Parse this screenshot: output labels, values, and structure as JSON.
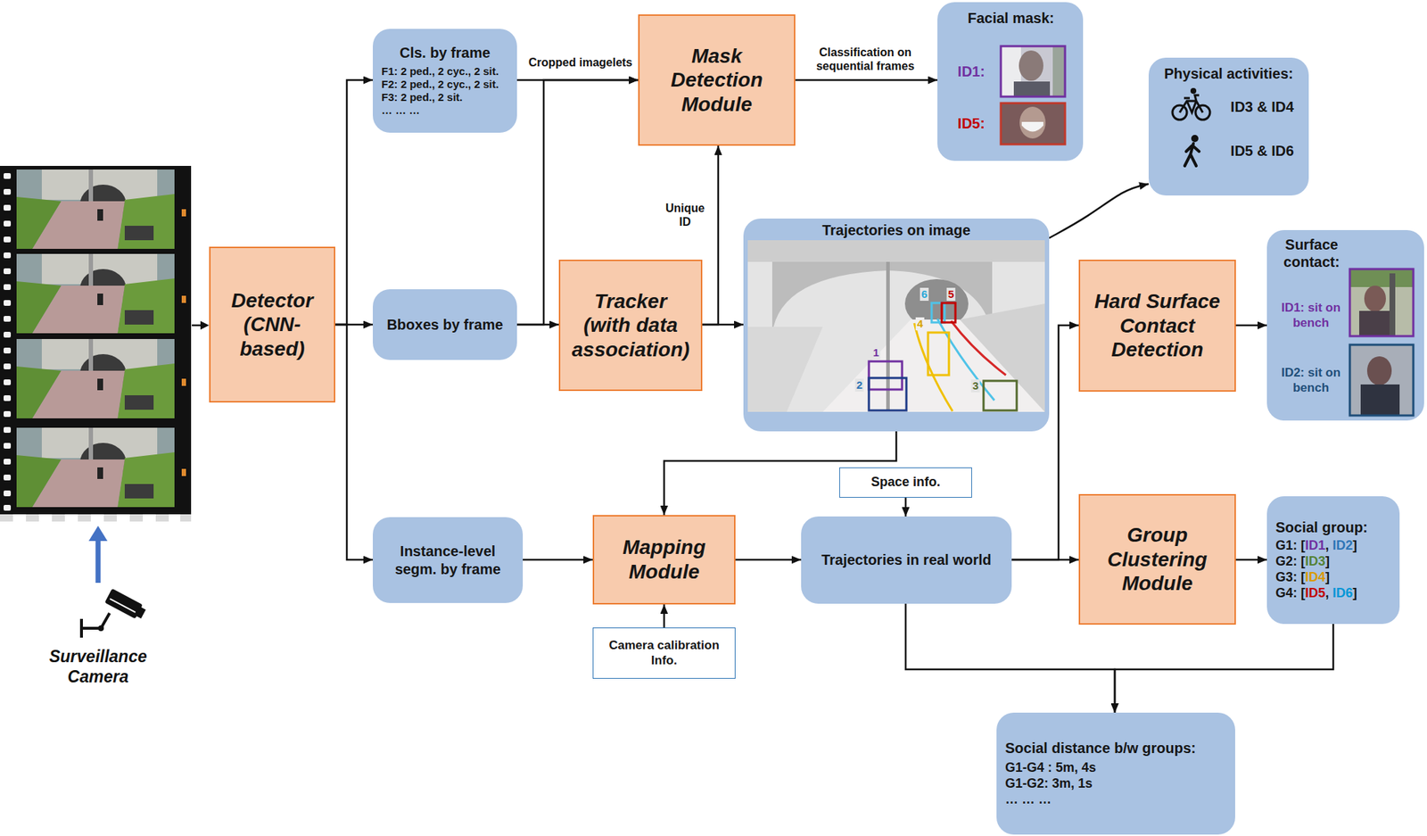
{
  "diagram": {
    "nodes": [
      {
        "text": [
          "Detector (CNN-based)"
        ]
      },
      {
        "text": [
          "Cls. by frame",
          "F1: 2 ped., 2 cyc., 2 sit.",
          "F2: 2 ped., 2 cyc., 2 sit.",
          "F3: 2 ped., 2 sit.",
          "… … …"
        ]
      },
      {
        "text": [
          "Bboxes by frame"
        ]
      },
      {
        "text": [
          "Instance-level segm. by frame"
        ]
      },
      {
        "text": [
          "Mask Detection Module"
        ]
      },
      {
        "text": [
          "Facial mask:",
          "ID1:",
          "ID5:"
        ]
      },
      {
        "text": [
          "Tracker (with data association)"
        ]
      },
      {
        "text": [
          "Trajectories on image"
        ]
      },
      {
        "text": [
          "Physical activities:",
          "ID3 & ID4",
          "ID5 & ID6"
        ]
      },
      {
        "text": [
          "Hard Surface Contact Detection"
        ]
      },
      {
        "text": [
          "Surface contact:",
          "ID1: sit on bench",
          "ID2: sit on bench"
        ]
      },
      {
        "text": [
          "Mapping Module"
        ]
      },
      {
        "text": [
          "Space info."
        ]
      },
      {
        "text": [
          "Trajectories in real world"
        ]
      },
      {
        "text": [
          "Camera calibration Info."
        ]
      },
      {
        "text": [
          "Group Clustering Module"
        ]
      },
      {
        "text": [
          "Social group:",
          "G1: [ID1, ID2]",
          "G2: [ID3]",
          "G3: [ID4]",
          "G4: [ID5, ID6]"
        ]
      },
      {
        "text": [
          "Social distance b/w groups:",
          "G1-G4 : 5m, 4s",
          "G1-G2: 3m, 1s",
          "… … …"
        ]
      }
    ],
    "edges": [
      {
        "from": 0,
        "to": 1,
        "arrow": "to"
      },
      {
        "from": 0,
        "to": 2,
        "arrow": "to"
      },
      {
        "from": 0,
        "to": 3,
        "arrow": "to"
      },
      {
        "from": 1,
        "to": 4,
        "arrow": "to",
        "label": "Cropped imagelets"
      },
      {
        "from": 2,
        "to": 4,
        "arrow": "to"
      },
      {
        "from": 2,
        "to": 6,
        "arrow": "to"
      },
      {
        "from": 6,
        "to": 4,
        "arrow": "to",
        "label": "Unique ID"
      },
      {
        "from": 6,
        "to": 7,
        "arrow": "to"
      },
      {
        "from": 4,
        "to": 5,
        "arrow": "to",
        "label": "Classification on sequential frames"
      },
      {
        "from": 7,
        "to": 8,
        "arrow": "to"
      },
      {
        "from": 7,
        "to": 11,
        "arrow": "to"
      },
      {
        "from": 3,
        "to": 11,
        "arrow": "to"
      },
      {
        "from": 14,
        "to": 11,
        "arrow": "to"
      },
      {
        "from": 11,
        "to": 13,
        "arrow": "to"
      },
      {
        "from": 12,
        "to": 13,
        "arrow": "to"
      },
      {
        "from": 13,
        "to": 9,
        "arrow": "to"
      },
      {
        "from": 13,
        "to": 15,
        "arrow": "to"
      },
      {
        "from": 9,
        "to": 10,
        "arrow": "to"
      },
      {
        "from": 15,
        "to": 16,
        "arrow": "to"
      },
      {
        "from": 13,
        "to": 17,
        "arrow": "to"
      },
      {
        "from": 16,
        "to": 17,
        "arrow": "to"
      }
    ],
    "labels": [
      "1",
      "2",
      "3",
      "4",
      "5",
      "6",
      "Surveillance Camera"
    ]
  }
}
